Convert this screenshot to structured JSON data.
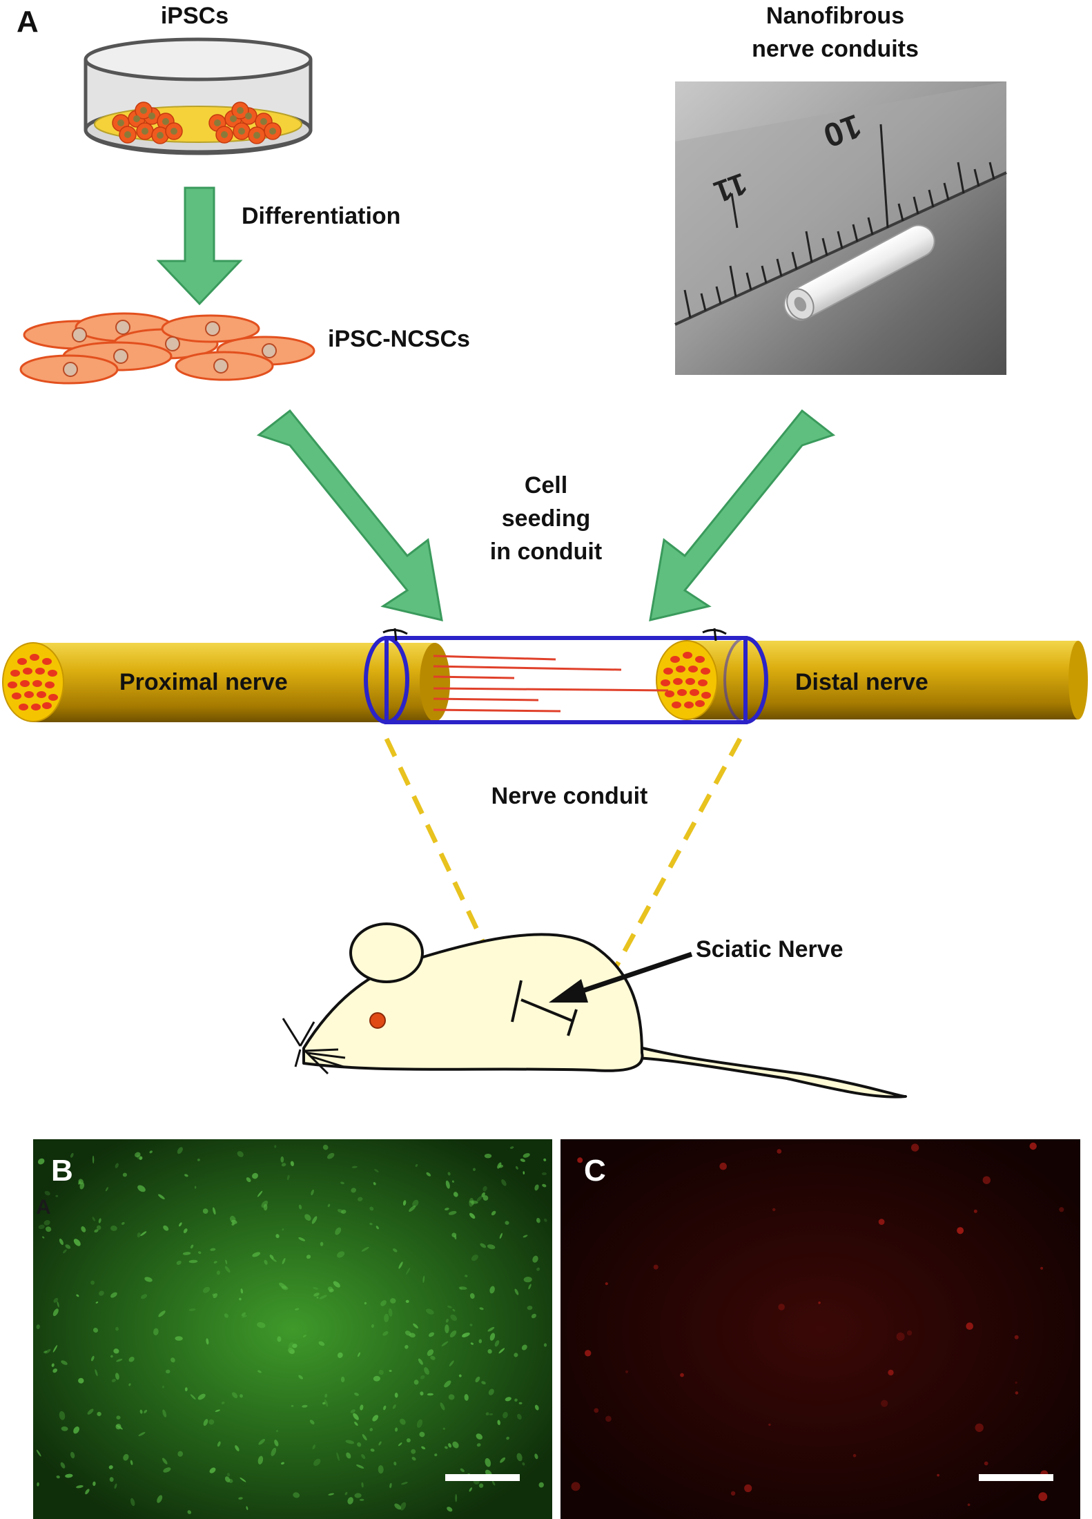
{
  "panels": {
    "a": "A",
    "b": "B",
    "c": "C",
    "b_stray": "A"
  },
  "labels": {
    "ipscs": "iPSCs",
    "nano_line1": "Nanofibrous",
    "nano_line2": "nerve conduits",
    "differentiation": "Differentiation",
    "ipsc_ncscs": "iPSC-NCSCs",
    "seed_line1": "Cell",
    "seed_line2": "seeding",
    "seed_line3": "in conduit",
    "proximal": "Proximal nerve",
    "distal": "Distal nerve",
    "nerve_conduit": "Nerve conduit",
    "sciatic": "Sciatic Nerve"
  },
  "ruler": {
    "n10": "10",
    "n11": "11"
  },
  "colors": {
    "arrow_green": "#5fbf7f",
    "arrow_green_stroke": "#3a9a5c",
    "nerve_gold": "#d6a500",
    "conduit_blue": "#2b22c8",
    "fiber_red": "#e0402a",
    "cell_orange": "#f07a4a",
    "dish_medium": "#f5d23a",
    "mouse_body": "#fffbd6",
    "dash_yellow": "#e8c21e",
    "gfp_green": "#1e5a16",
    "rfp_red": "#1e0302"
  }
}
